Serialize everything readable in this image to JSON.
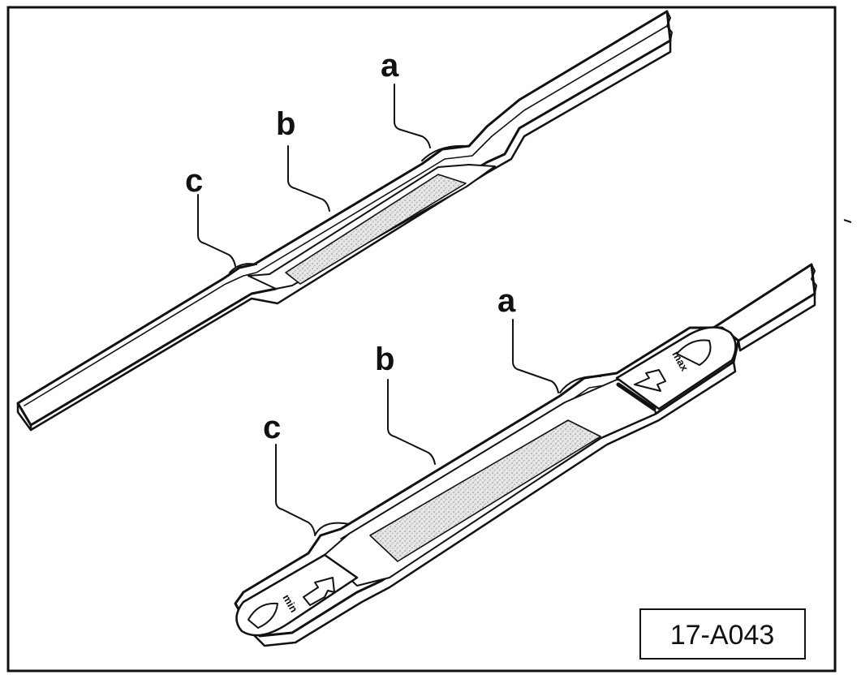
{
  "diagram": {
    "upper_dipstick": {
      "labels": {
        "a": "a",
        "b": "b",
        "c": "c"
      }
    },
    "lower_dipstick": {
      "labels": {
        "a": "a",
        "b": "b",
        "c": "c"
      },
      "max_mark": "max",
      "min_mark": "min"
    },
    "figure_id": "17-A043"
  }
}
